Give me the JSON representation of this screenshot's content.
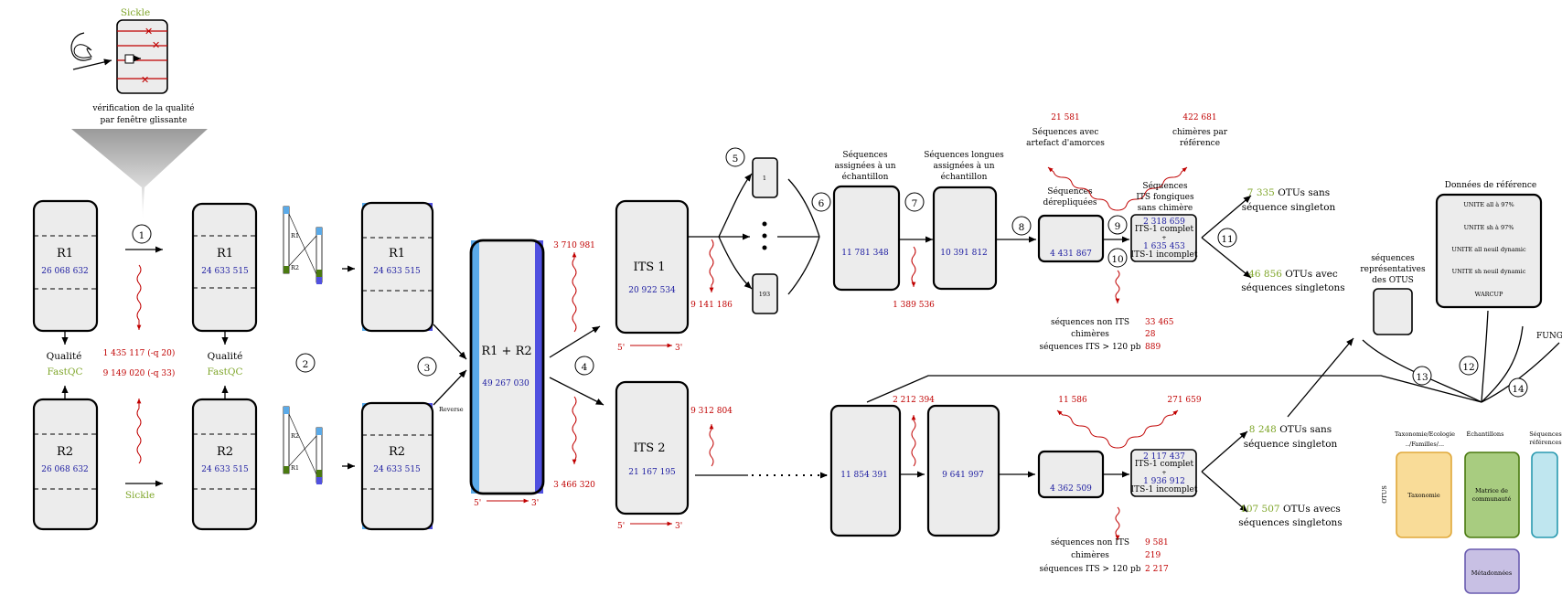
{
  "colors": {
    "red": "#c00000",
    "blue_num": "#1a1aa0",
    "green": "#7fa62a",
    "box_fill": "#ececec",
    "read_light": "#5aaae8",
    "read_dark": "#5050e0",
    "read_green": "#4a7a10",
    "taxonomy_fill": "#f9dc98",
    "matrix_fill": "#a8cc80",
    "meta_fill": "#c8c0e4",
    "ref_seq_fill": "#bfe6ef"
  },
  "top": {
    "sickle_title": "Sickle",
    "sickle_caption_1": "vérification de la qualité",
    "sickle_caption_2": "par fenêtre glissante"
  },
  "steps": {
    "s1": "1",
    "s2": "2",
    "s3": "3",
    "s4": "4",
    "s5": "5",
    "s6": "6",
    "s7": "7",
    "s8": "8",
    "s9": "9",
    "s10": "10",
    "s11": "11",
    "s12": "12",
    "s13": "13",
    "s14": "14"
  },
  "raw": {
    "r1_label": "R1",
    "r1_count": "26 068 632",
    "r2_label": "R2",
    "r2_count": "26 068 632",
    "quality": "Qualité",
    "fastqc": "FastQC"
  },
  "trim": {
    "loss_q20": "1 435 117 (-q 20)",
    "loss_q33": "9 149 020 (-q 33)",
    "sickle": "Sickle"
  },
  "trimmed": {
    "r1_label": "R1",
    "r1_count": "24 633 515",
    "r2_label": "R2",
    "r2_count": "24 633 515",
    "quality": "Qualité",
    "fastqc": "FastQC"
  },
  "pair": {
    "r1_label": "R1",
    "r1_count": "24 633 515",
    "r2_label": "R2",
    "r2_count": "24 633 515",
    "mini_r1": "R1",
    "mini_r2": "R2",
    "reverse": "Reverse"
  },
  "merged": {
    "label": "R1 + R2",
    "count": "49 267 030",
    "lost_top": "3 710 981",
    "lost_bottom": "3 466 320",
    "five": "5'",
    "three": "3'"
  },
  "its1": {
    "label": "ITS 1",
    "count": "20 922 534",
    "lost": "9 141 186",
    "five": "5'",
    "three": "3'",
    "sample_1": "1",
    "sample_193": "193",
    "assigned_title_1": "Séquences",
    "assigned_title_2": "assignées à un",
    "assigned_title_3": "échantillon",
    "assigned_count": "11 781 348",
    "long_title_1": "Séquences longues",
    "long_title_2": "assignées à un",
    "long_title_3": "échantillon",
    "long_count": "10 391 812",
    "long_lost": "1 389 536",
    "derep_title_1": "Séquences",
    "derep_title_2": "dérepliquées",
    "derep_count": "4 431 867",
    "primer_lost": "21 581",
    "primer_title_1": "Séquences avec",
    "primer_title_2": "artefact d'amorces",
    "chim_lost": "422 681",
    "chim_title_1": "chimères par",
    "chim_title_2": "référence",
    "clean_title_1": "Séquences",
    "clean_title_2": "ITS fongiques",
    "clean_title_3": "sans chimère",
    "complete_count": "2 318 659",
    "complete_label": "ITS-1 complet",
    "plus": "+",
    "incomplete_count": "1 635 453",
    "incomplete_label": "ITS-1 incomplet",
    "non_its_label": "séquences non ITS",
    "non_its": "33 465",
    "chimeres_label": "chimères",
    "chimeres": "28",
    "short_label": "séquences ITS > 120 pb",
    "short": "889",
    "otu_no_single_n": "7 335",
    "otu_no_single_1": "OTUs sans",
    "otu_no_single_2": "séquence singleton",
    "otu_single_n": "46 856",
    "otu_single_1": "OTUs avec",
    "otu_single_2": "séquences singletons"
  },
  "its2": {
    "label": "ITS 2",
    "count": "21 167 195",
    "lost": "9 312 804",
    "five": "5'",
    "three": "3'",
    "assigned_count": "11 854 391",
    "assigned_lost": "2 212 394",
    "long_count": "9 641 997",
    "derep_count": "4 362 509",
    "primer_lost": "11 586",
    "chim_lost": "271 659",
    "complete_count": "2 117 437",
    "complete_label": "ITS-1 complet",
    "plus": "+",
    "incomplete_count": "1 936 912",
    "incomplete_label": "ITS-1 incomplet",
    "non_its_label": "séquences non ITS",
    "non_its": "9 581",
    "chimeres_label": "chimères",
    "chimeres": "219",
    "short_label": "séquences ITS > 120 pb",
    "short": "2 217",
    "otu_no_single_n": "8 248",
    "otu_no_single_1": "OTUs sans",
    "otu_no_single_2": "séquence singleton",
    "otu_single_n": "107 507",
    "otu_single_1": "OTUs avecs",
    "otu_single_2": "séquences singletons"
  },
  "refs": {
    "rep_title_1": "séquences",
    "rep_title_2": "représentatives",
    "rep_title_3": "des OTUS",
    "ref_data_title": "Données de référence",
    "ref_items": [
      "UNITE all à 97%",
      "UNITE sh à 97%",
      "UNITE all neuil dynamic",
      "UNITE sh neuil dynamic",
      "WARCUP"
    ],
    "funguild": "FUNGUILD"
  },
  "outputs": {
    "tax_header_1": "Taxonomie/Ecologie",
    "tax_header_2": "../Familles/...",
    "samples_header": "Échantillons",
    "refseq_header_1": "Séquences",
    "refseq_header_2": "références",
    "otus_label": "OTUS",
    "taxonomie": "Taxonomie",
    "matrix_1": "Matrice de",
    "matrix_2": "communauté",
    "metadata": "Métadonnées"
  }
}
